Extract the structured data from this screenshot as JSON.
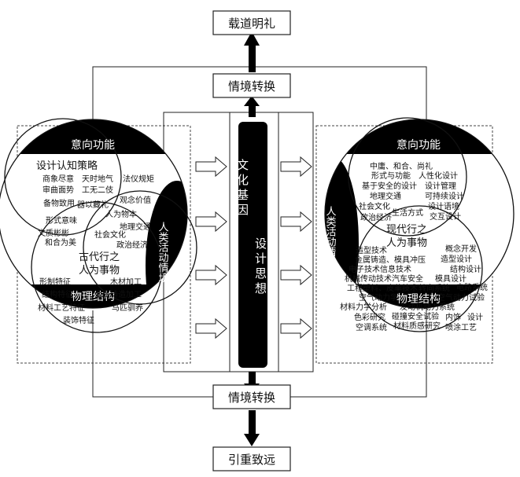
{
  "top_box": "载道明礼",
  "bottom_box": "引重致远",
  "context_switch": "情境转换",
  "center": {
    "line1": "文化基因",
    "line2": "设计思想"
  },
  "left": {
    "top_cap": "意向功能",
    "bottom_cap": "物理结构",
    "side_label": "人类活动情境",
    "core": [
      "古代行之",
      "人为事物"
    ],
    "title": "设计认知策略",
    "terms": {
      "a": "商象尽意",
      "b": "天时地气",
      "c": "法仪规矩",
      "d": "审曲面势",
      "e": "工无二伎",
      "f": "观念价值",
      "g": "备物致用",
      "h": "器以藏礼",
      "i": "人为物本",
      "j": "形式意味",
      "k": "地理交通",
      "l": "文质彬彬",
      "m": "社会文化",
      "n": "和合为美",
      "o": "政治经济",
      "p": "形制特征",
      "q": "木材加工",
      "r": "结构特征",
      "s": "金属铸造加工",
      "t": "材料工艺特征",
      "u": "马匹驯养",
      "v": "装饰特征"
    }
  },
  "right": {
    "top_cap": "意向功能",
    "bottom_cap": "物理结构",
    "side_label": "人类活动情境",
    "core": [
      "现代行之",
      "人为事物"
    ],
    "terms": {
      "a": "中庸、和合、尚礼",
      "b": "形式与功能",
      "c": "人性化设计",
      "d": "基于安全的设计",
      "e": "设计管理",
      "f": "地理交通",
      "g": "可持续设计",
      "h": "社会文化",
      "i": "设计语境",
      "j": "生活方式",
      "k": "交互设计",
      "l": "政治经济",
      "m": "造型技术",
      "n": "概念开发",
      "o": "金属铸造、模具冲压",
      "p": "造型设计",
      "q": "电子技术信息技术",
      "r": "结构设计",
      "s": "机械传动技术汽车安全",
      "t": "模具设计",
      "u": "工程塑料、皮革技术",
      "v": "电路系统",
      "w": "转向系统",
      "x": "空气动力学",
      "y": "空气动力试验",
      "z": "材料力学分析",
      "aa": "发动机动力系统",
      "ab": "碰撞安全试验",
      "ac": "色彩研究",
      "ad": "内饰",
      "ae": "设计",
      "af": "材料质感研究",
      "ag": "空调系统",
      "ah": "喷涂工艺"
    }
  }
}
